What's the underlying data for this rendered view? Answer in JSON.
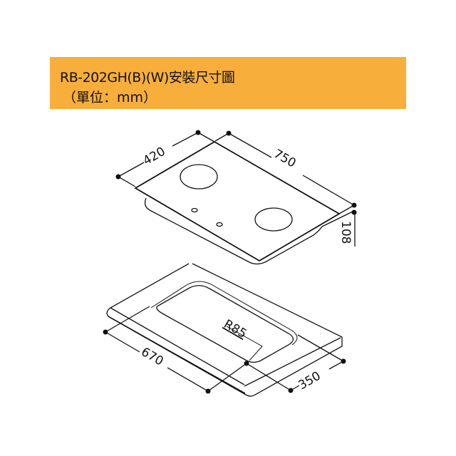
{
  "header": {
    "title": "RB-202GH(B)(W)安裝尺寸圖",
    "unit_label": "（單位：mm）",
    "background_color": "#F7AE3A"
  },
  "hob_dimensions": {
    "depth": "420",
    "width": "750",
    "height": "108"
  },
  "cutout_dimensions": {
    "width": "670",
    "depth": "350",
    "corner_radius": "R85"
  }
}
